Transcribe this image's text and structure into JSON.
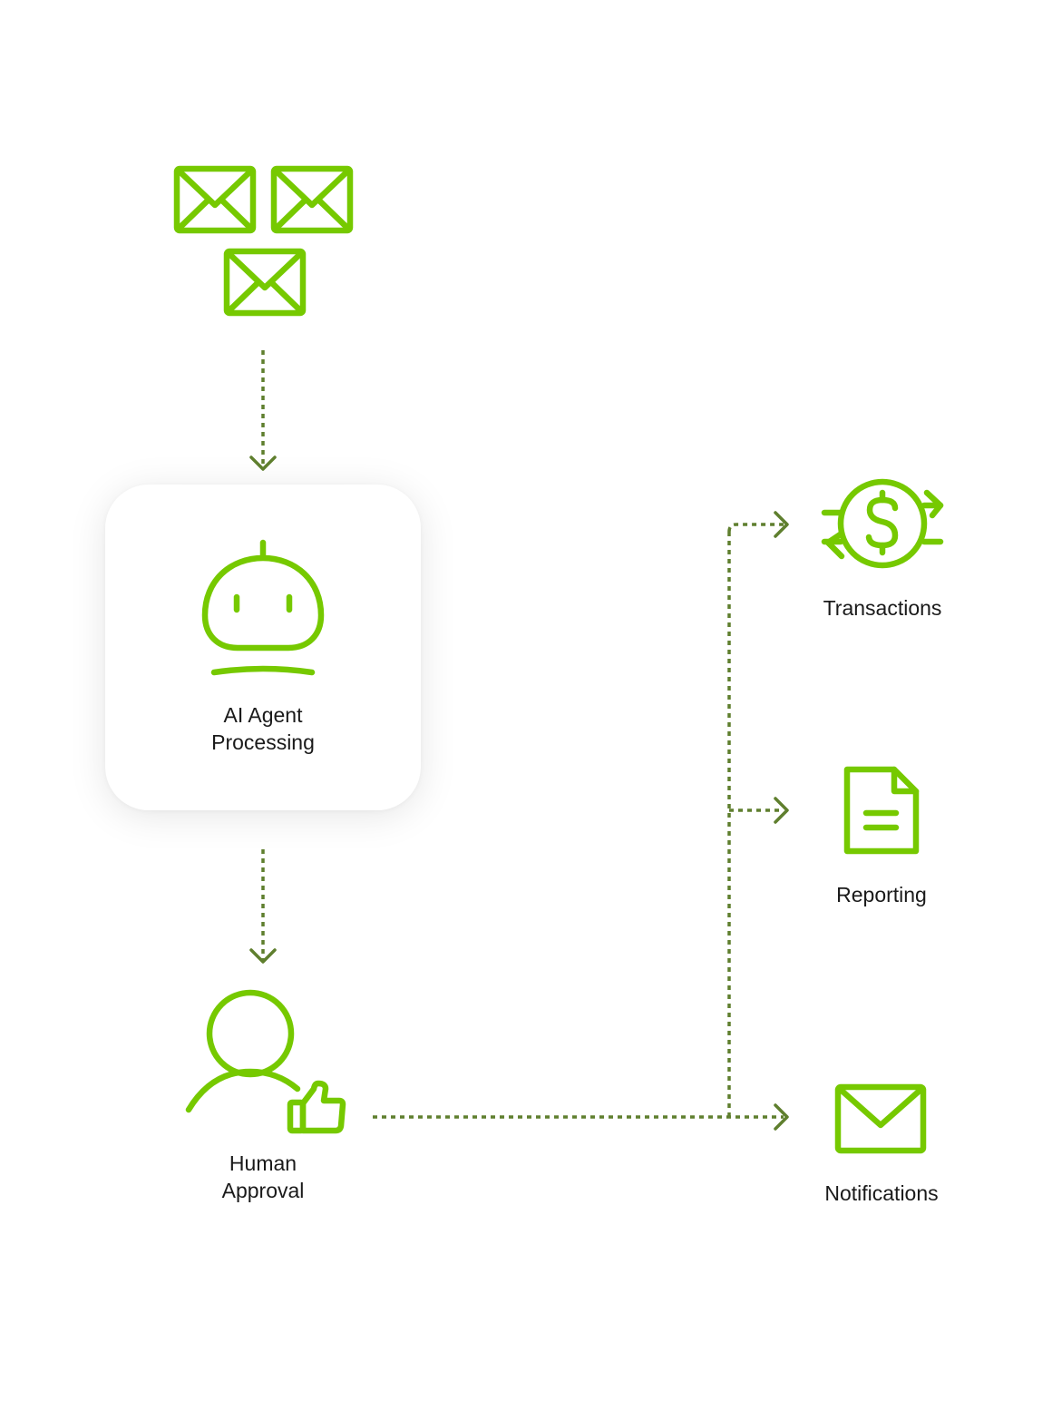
{
  "colors": {
    "icon": "#76C900",
    "connector": "#5F7F2E",
    "card_background": "#FFFFFF",
    "text": "#1A1A1A"
  },
  "nodes": {
    "inbox": {
      "icons": [
        "envelope-icon",
        "envelope-icon",
        "envelope-icon"
      ]
    },
    "ai_agent": {
      "icon": "robot-icon",
      "label_line1": "AI Agent",
      "label_line2": "Processing"
    },
    "human": {
      "icon": "person-thumbs-up-icon",
      "label_line1": "Human",
      "label_line2": "Approval"
    },
    "transactions": {
      "icon": "dollar-exchange-icon",
      "label": "Transactions"
    },
    "reporting": {
      "icon": "document-icon",
      "label": "Reporting"
    },
    "notifications": {
      "icon": "envelope-icon",
      "label": "Notifications"
    }
  },
  "edges": [
    {
      "from": "inbox",
      "to": "ai_agent",
      "style": "dotted-arrow"
    },
    {
      "from": "ai_agent",
      "to": "human",
      "style": "dotted-arrow"
    },
    {
      "from": "human",
      "to": "transactions",
      "style": "dotted-arrow"
    },
    {
      "from": "human",
      "to": "reporting",
      "style": "dotted-arrow"
    },
    {
      "from": "human",
      "to": "notifications",
      "style": "dotted-arrow"
    }
  ]
}
